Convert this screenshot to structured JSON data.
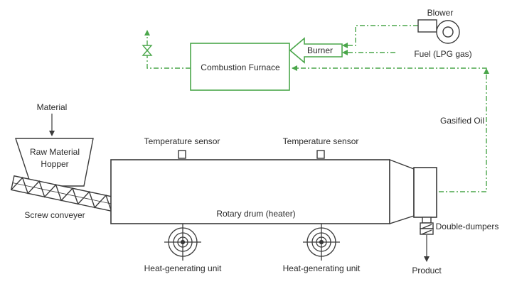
{
  "labels": {
    "blower": "Blower",
    "fuel": "Fuel (LPG gas)",
    "burner": "Burner",
    "combustion_furnace": "Combustion Furnace",
    "gasified_oil": "Gasified Oil",
    "material": "Material",
    "hopper_line1": "Raw Material",
    "hopper_line2": "Hopper",
    "temp_sensor_1": "Temperature sensor",
    "temp_sensor_2": "Temperature sensor",
    "screw_conveyer": "Screw conveyer",
    "rotary_drum": "Rotary drum (heater)",
    "double_dumpers": "Double-dumpers",
    "heat_unit_1": "Heat-generating unit",
    "heat_unit_2": "Heat-generating unit",
    "product": "Product"
  },
  "colors": {
    "line": "#3a3a3a",
    "gas_line": "#4aa64a",
    "furnace_stroke": "#4aa64a",
    "text": "#2a2a2a",
    "background": "#ffffff"
  },
  "icons": [
    "blower-icon",
    "valve-icon",
    "arrow-icon",
    "heat-unit-icon",
    "temperature-sensor-icon",
    "screw-icon"
  ]
}
